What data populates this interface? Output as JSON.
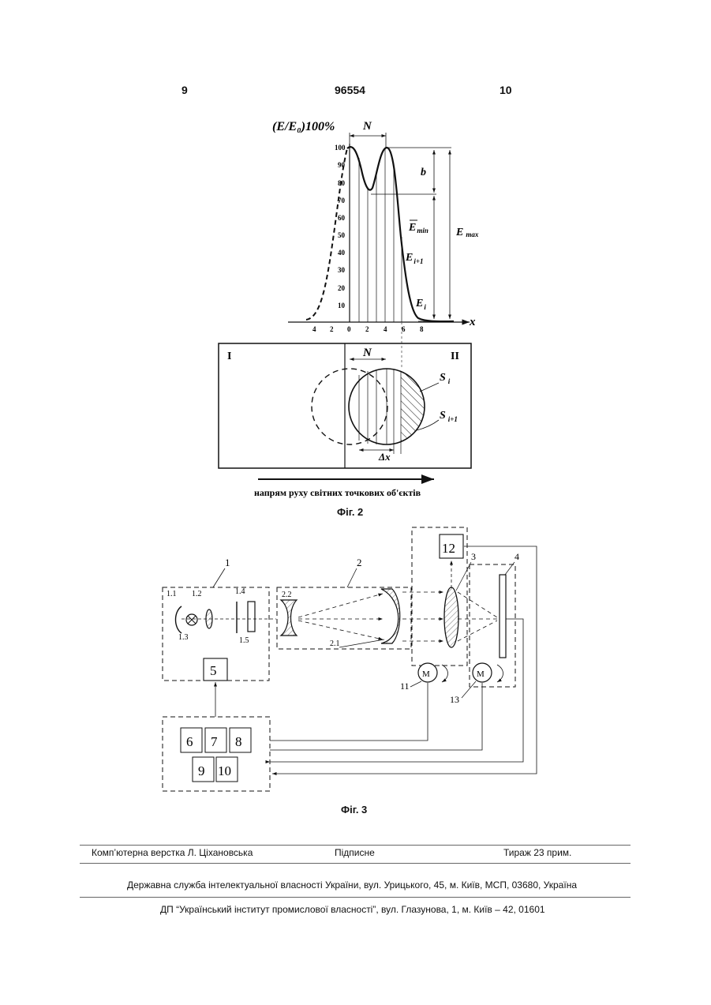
{
  "header": {
    "page_left": "9",
    "patent_number": "96554",
    "page_right": "10"
  },
  "fig2": {
    "y_axis_label": "(E/E₀)100%",
    "y_ticks": [
      "100",
      "90",
      "80",
      "70",
      "60",
      "50",
      "40",
      "30",
      "20",
      "10"
    ],
    "x_axis_label": "x",
    "x_ticks": [
      "4",
      "2",
      "0",
      "2",
      "4",
      "6",
      "8"
    ],
    "labels": {
      "N_top": "N",
      "b": "b",
      "E_min": "E",
      "E_min_sub": "min",
      "E_max": "E",
      "E_max_sub": "max",
      "E_i1": "E",
      "E_i1_sub": "i+1",
      "E_i": "E",
      "E_i_sub": "i",
      "region_I": "I",
      "region_II": "II",
      "N_bottom": "N",
      "S_i": "S",
      "S_i_sub": "i",
      "S_i1": "S",
      "S_i1_sub": "i+1",
      "delta_x": "Δx"
    },
    "direction_caption": "напрям руху світних точкових об'єктів",
    "caption": "Фіг. 2"
  },
  "fig3": {
    "labels": {
      "n1": "1",
      "n1_1": "1.1",
      "n1_2": "1.2",
      "n1_3": "1.3",
      "n1_4": "1.4",
      "n1_5": "1.5",
      "n2": "2",
      "n2_1": "2.1",
      "n2_2": "2.2",
      "n3": "3",
      "n4": "4",
      "n5": "5",
      "n6": "6",
      "n7": "7",
      "n8": "8",
      "n9": "9",
      "n10": "10",
      "n11": "11",
      "n12": "12",
      "n13": "13",
      "motor": "M"
    },
    "caption": "Фіг. 3"
  },
  "footer": {
    "layout": "Комп’ютерна верстка Л. Ціхановська",
    "signed": "Підписне",
    "circulation": "Тираж 23 прим.",
    "agency": "Державна служба інтелектуальної власності України, вул. Урицького, 45, м. Київ, МСП, 03680, Україна",
    "institute": "ДП “Український інститут промислової власності”, вул. Глазунова, 1, м. Київ – 42, 01601"
  }
}
